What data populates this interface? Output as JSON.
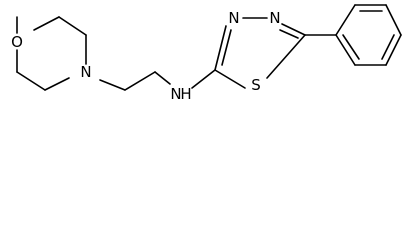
{
  "molecule": {
    "atoms": {
      "morpholine_oxygen": "O",
      "morpholine_nitrogen": "N",
      "amine_nitrogen": "N",
      "amine_hydrogen": "H",
      "thiadiazole_n3": "N",
      "thiadiazole_n4": "N",
      "thiadiazole_sulfur": "S"
    }
  }
}
